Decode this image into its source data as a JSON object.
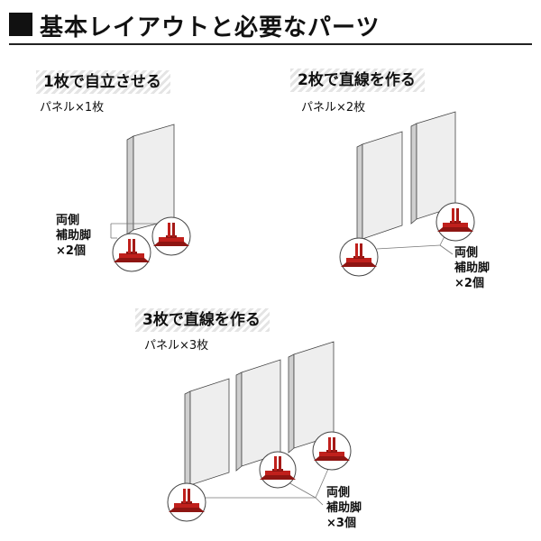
{
  "header": {
    "title": "基本レイアウトと必要なパーツ"
  },
  "sections": [
    {
      "title": "1枚で自立させる",
      "subtitle": "パネル×1枚",
      "note": [
        "両側",
        "補助脚",
        "×2個"
      ]
    },
    {
      "title": "2枚で直線を作る",
      "subtitle": "パネル×2枚",
      "note": [
        "両側",
        "補助脚",
        "×2個"
      ]
    },
    {
      "title": "3枚で直線を作る",
      "subtitle": "パネル×3枚",
      "note": [
        "両側",
        "補助脚",
        "×3個"
      ]
    }
  ],
  "colors": {
    "foot": "#c0201c",
    "panel_front": "#eeeeee",
    "panel_side": "#cfcfcf",
    "outline": "#444444"
  }
}
